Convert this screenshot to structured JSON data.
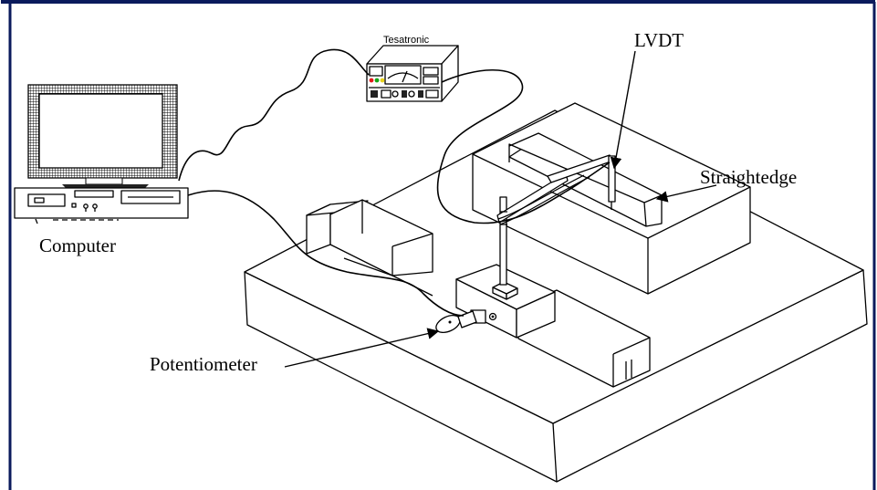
{
  "labels": {
    "computer": "Computer",
    "lvdt": "LVDT",
    "straightedge": "Straightedge",
    "potentiometer": "Potentiometer",
    "tesatronic": "Tesatronic"
  },
  "colors": {
    "border": "#0a1a5c",
    "led_red": "#e31b1b",
    "led_green": "#17a617",
    "led_yellow": "#e8d21a"
  }
}
